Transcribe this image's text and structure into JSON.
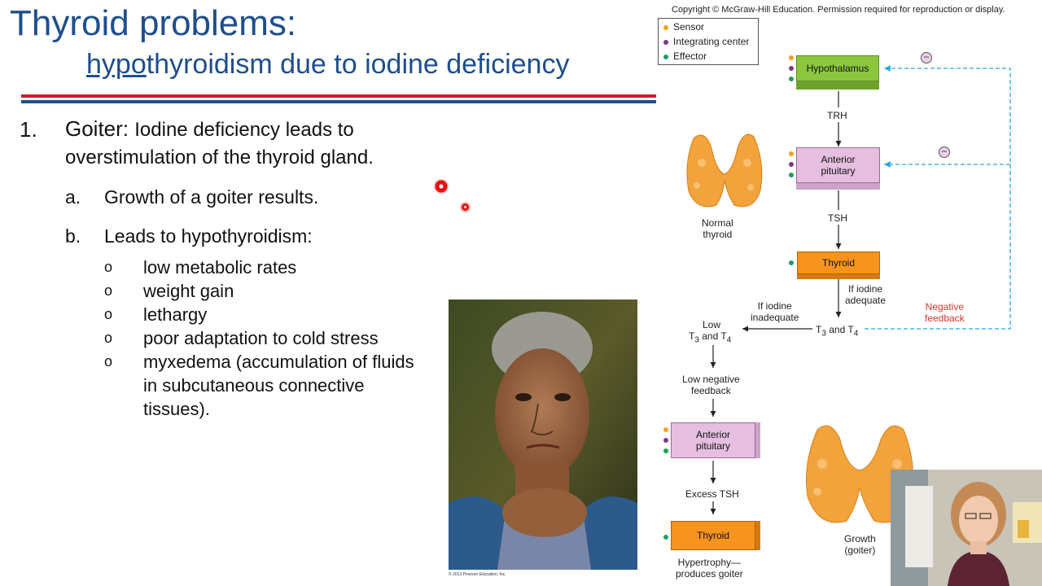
{
  "slide": {
    "title_line1": "Thyroid problems:",
    "title_line2_underlined": "hypo",
    "title_line2_rest": "thyroidism due to iodine deficiency",
    "colors": {
      "title": "#1f4e8c",
      "rule_red": "#c8202a",
      "rule_blue": "#1f4e8c"
    }
  },
  "content": {
    "item1_number": "1.",
    "item1_term": "Goiter:",
    "item1_text_a": "Iodine deficiency leads to",
    "item1_text_b": "overstimulation of the thyroid gland.",
    "sub_a_marker": "a.",
    "sub_a_text": "Growth of a goiter results.",
    "sub_b_marker": "b.",
    "sub_b_text": "Leads to hypothyroidism:",
    "bullet_marker": "o",
    "bullets": [
      "low metabolic rates",
      "weight gain",
      "lethargy",
      "poor adaptation to cold stress",
      "myxedema (accumulation of fluids",
      "in subcutaneous connective",
      "tissues)."
    ]
  },
  "photo": {
    "credit": "© 2013 Pearson Education, Inc."
  },
  "diagram": {
    "copyright": "Copyright © McGraw-Hill Education. Permission required for reproduction or display.",
    "legend": [
      {
        "label": "Sensor",
        "color": "#f0a020"
      },
      {
        "label": "Integrating center",
        "color": "#7a3a8a"
      },
      {
        "label": "Effector",
        "color": "#1e9e5a"
      }
    ],
    "boxes": {
      "hypothalamus": "Hypothalamus",
      "anterior_pituitary": [
        "Anterior",
        "pituitary"
      ],
      "thyroid": "Thyroid",
      "anterior_pituitary_2": [
        "Anterior",
        "pituitary"
      ],
      "thyroid_2": "Thyroid"
    },
    "labels": {
      "trh": "TRH",
      "tsh": "TSH",
      "normal_thyroid": [
        "Normal",
        "thyroid"
      ],
      "if_iodine_adequate": [
        "If iodine",
        "adequate"
      ],
      "if_iodine_inadequate": [
        "If iodine",
        "inadequate"
      ],
      "negative_feedback": [
        "Negative",
        "feedback"
      ],
      "t3_and_t4": {
        "a": "T",
        "sub1": "3",
        "b": " and T",
        "sub2": "4"
      },
      "low": "Low",
      "low_t3_t4": {
        "a": "T",
        "sub1": "3",
        "b": " and T",
        "sub2": "4"
      },
      "low_negative_feedback": [
        "Low negative",
        "feedback"
      ],
      "excess_tsh": "Excess TSH",
      "hypertrophy": [
        "Hypertrophy—",
        "produces goiter"
      ],
      "growth_goiter": [
        "Growth",
        "(goiter)"
      ],
      "minus": "−"
    },
    "colors": {
      "hypothalamus": "#8cc63f",
      "pituitary": "#e6bfe0",
      "thyroid": "#f7941d",
      "feedback_line": "#29a8e0",
      "negative_feedback_text": "#d2352b",
      "gland": "#f3a33c"
    }
  }
}
